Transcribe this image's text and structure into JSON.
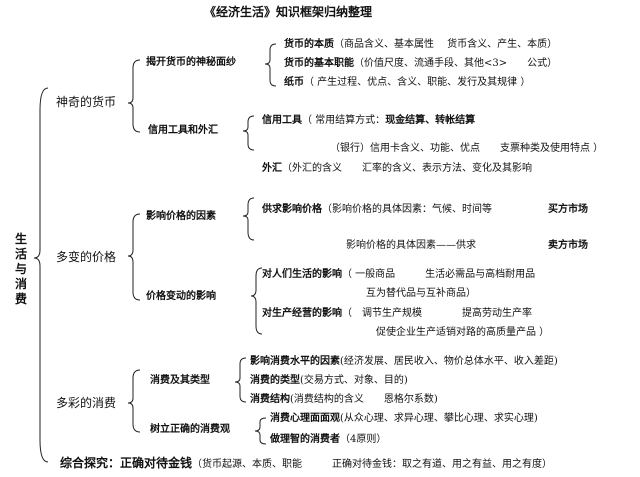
{
  "title": "《经济生活》知识框架归纳整理",
  "root": "生活与消费",
  "s1": {
    "label": "神奇的货币",
    "g1": {
      "label": "揭开货币的神秘面纱",
      "i1": {
        "name": "货币的本质",
        "detail": "（商品含义、基本属性　 货币含义、产生、本质）"
      },
      "i2": {
        "name": "货币的基本职能",
        "detail": "（价值尺度、流通手段、其他<3>　　公式）"
      },
      "i3": {
        "name": "纸币",
        "detail": "（ 产生过程、优点、含义、职能、发行及其规律 ）"
      }
    },
    "g2": {
      "label": "信用工具和外汇",
      "i1": {
        "name": "信用工具",
        "detail": "（ 常用结算方式：",
        "bold": "现金结算、转帐结算"
      },
      "i1b": "（银行）信用卡含义、功能、优点　　支票种类及使用特点 ）",
      "i2": {
        "name": "外汇",
        "detail": "（外汇的含义　　汇率的含义、表示方法、变化及其影响"
      }
    }
  },
  "s2": {
    "label": "多变的价格",
    "g1": {
      "label": "影响价格的因素",
      "i1": {
        "name": "供求影响价格",
        "detail": "（影响价格的具体因素：气候、时间等",
        "tail": "买方市场"
      },
      "i1b": {
        "detail": "影响价格的具体因素——供求",
        "tail": "卖方市场"
      }
    },
    "g2": {
      "label": "价格变动的影响",
      "i1": {
        "name": "对人们生活的影响",
        "detail": "（ 一般商品　　　生活必需品与高档耐用品"
      },
      "i1b": "互为替代品与互补商品）",
      "i2": {
        "name": "对生产经营的影响",
        "detail": "（　调节生产规模　　　　提高劳动生产率"
      },
      "i2b": "促使企业生产适销对路的高质量产品 ）"
    }
  },
  "s3": {
    "label": "多彩的消费",
    "g1": {
      "label": "消费及其类型",
      "i1": {
        "name": "影响消费水平的因素",
        "detail": "(经济发展、居民收入、物价总体水平、收入差距)"
      },
      "i2": {
        "name": "消费的类型",
        "detail": "(交易方式、对象、目的)"
      },
      "i3": {
        "name": "消费结构",
        "detail": "(消费结构的含义　　恩格尔系数)"
      }
    },
    "g2": {
      "label": "树立正确的消费观",
      "i1": {
        "name": "消费心理面面观",
        "detail": "(从众心理、求异心理、攀比心理、求实心理)"
      },
      "i2": {
        "name": "做理智的消费者",
        "detail": "（4原则）"
      }
    }
  },
  "footer": {
    "label": "综合探究：正确对待金钱",
    "detail": "（货币起源、本质、职能　　　正确对待金钱：取之有道、用之有益、用之有度）"
  }
}
